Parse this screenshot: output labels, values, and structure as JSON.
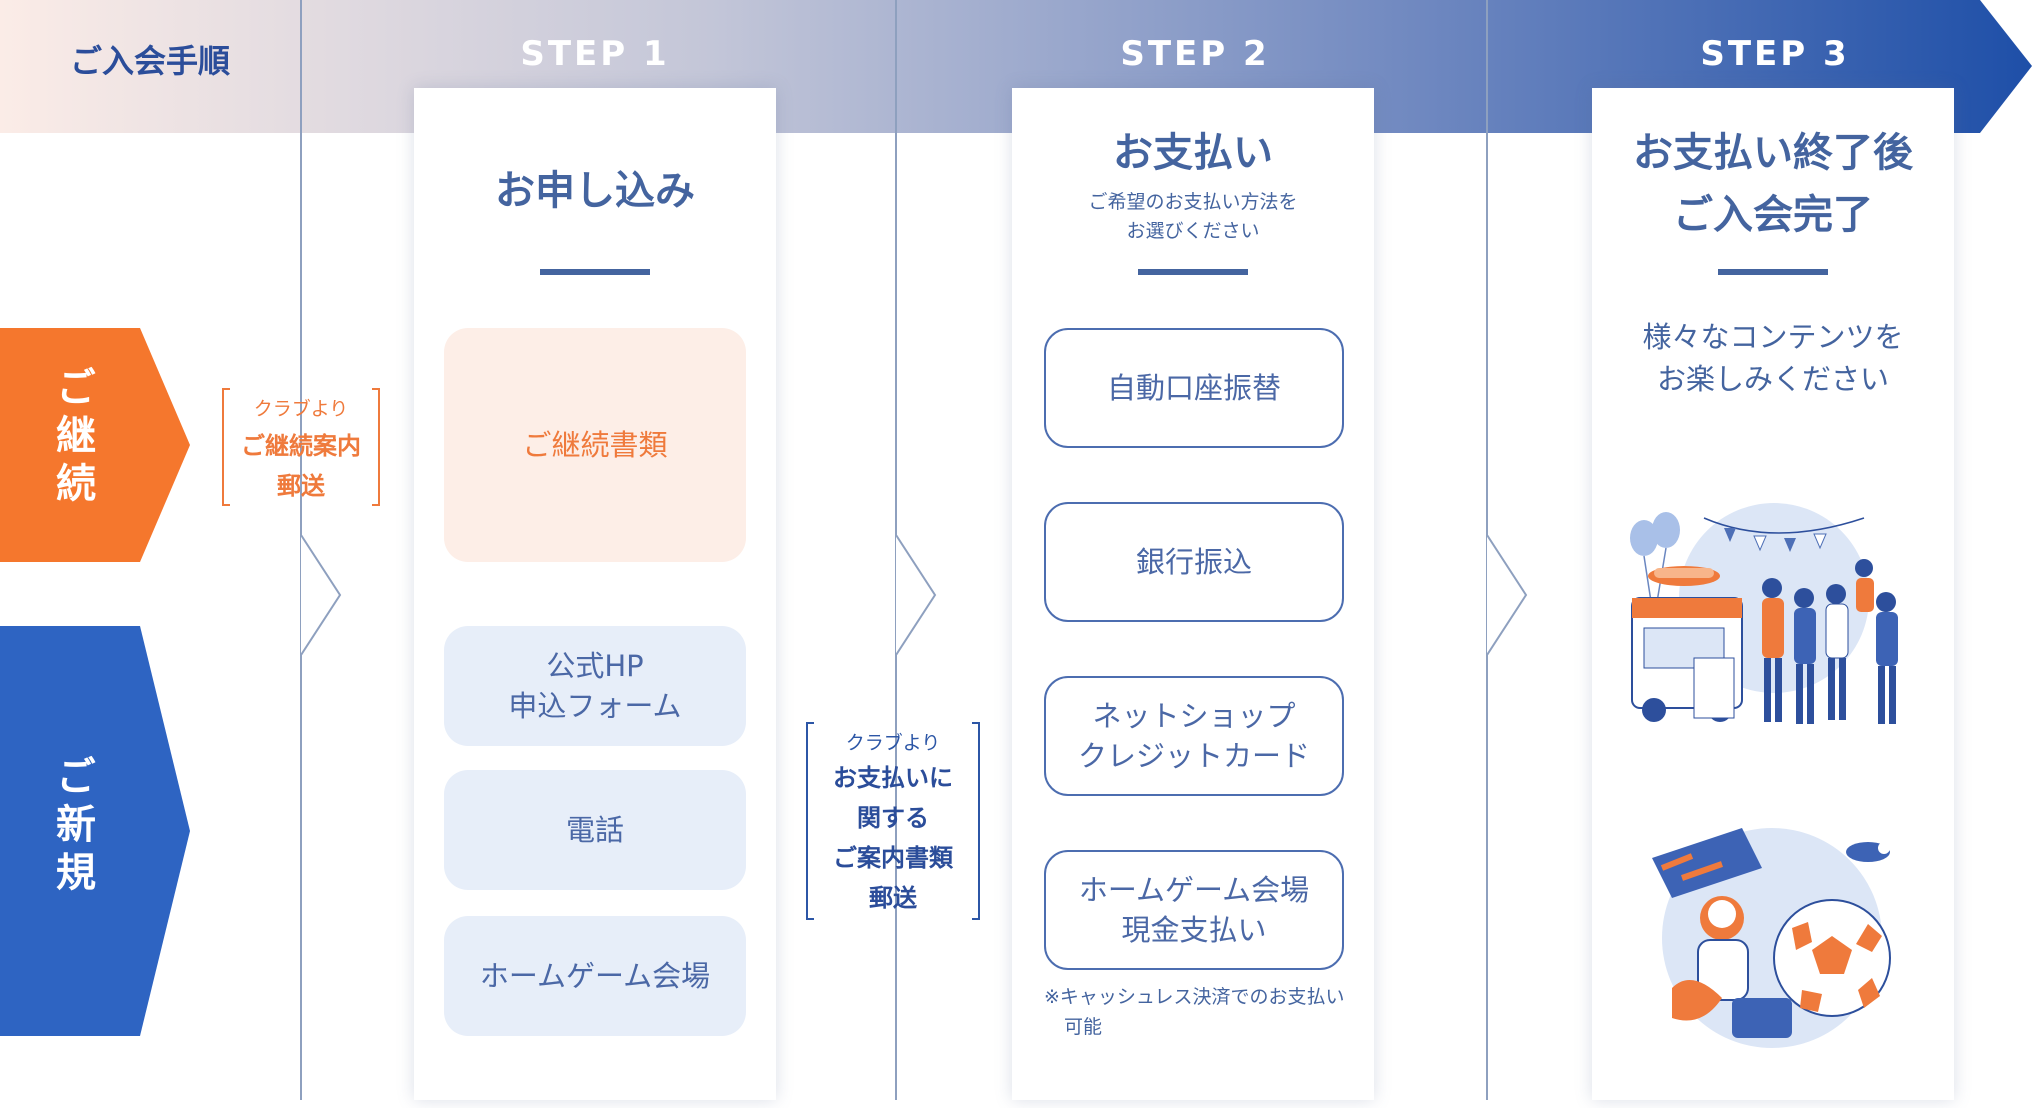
{
  "header": {
    "title": "ご入会手順",
    "steps": [
      "STEP 1",
      "STEP 2",
      "STEP 3"
    ]
  },
  "side": {
    "renew": "ご継続",
    "new": "ご新規"
  },
  "notes": {
    "renew_small": "クラブより",
    "renew_bold": [
      "ご継続案内",
      "郵送"
    ],
    "pay_small": "クラブより",
    "pay_bold": [
      "お支払いに",
      "関する",
      "ご案内書類",
      "郵送"
    ]
  },
  "step1": {
    "title": "お申し込み",
    "renew_option": "ご継続書類",
    "new_options": [
      {
        "lines": [
          "公式HP",
          "申込フォーム"
        ]
      },
      {
        "lines": [
          "電話"
        ]
      },
      {
        "lines": [
          "ホームゲーム会場"
        ]
      }
    ]
  },
  "step2": {
    "title": "お支払い",
    "subtitle": [
      "ご希望のお支払い方法を",
      "お選びください"
    ],
    "options": [
      {
        "lines": [
          "自動口座振替"
        ]
      },
      {
        "lines": [
          "銀行振込"
        ]
      },
      {
        "lines": [
          "ネットショップ",
          "クレジットカード"
        ]
      },
      {
        "lines": [
          "ホームゲーム会場",
          "現金支払い"
        ]
      }
    ],
    "footnote": [
      "※キャッシュレス決済でのお支払い",
      "可能"
    ]
  },
  "step3": {
    "title": [
      "お支払い終了後",
      "ご入会完了"
    ],
    "body": [
      "様々なコンテンツを",
      "お楽しみください"
    ]
  },
  "colors": {
    "orange": "#ef7a3c",
    "blue": "#2e64c2",
    "navy": "#2b4d9a",
    "text_blue": "#44649f"
  },
  "icons": [
    "food-truck-crowd-illustration",
    "soccer-fan-illustration"
  ]
}
